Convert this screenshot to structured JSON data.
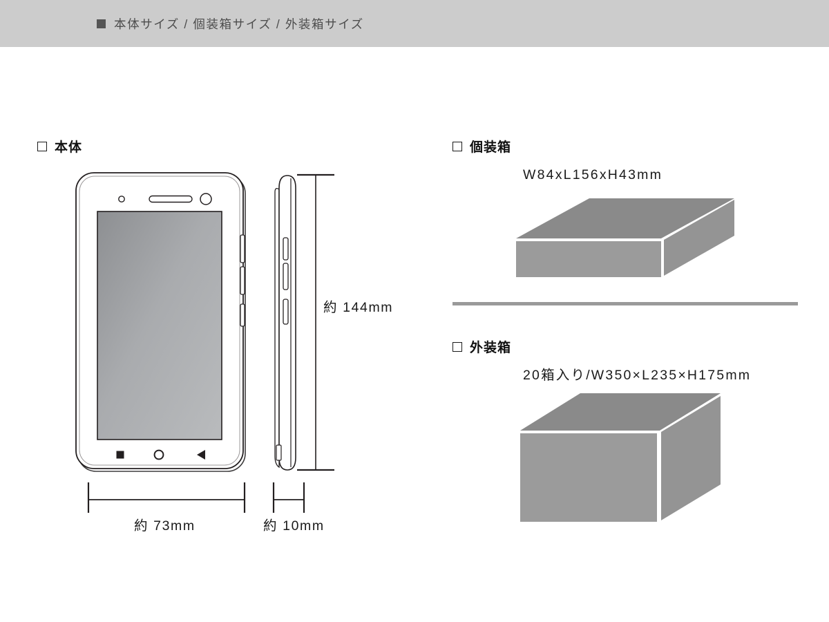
{
  "header": {
    "bullet_icon": "filled-square-icon",
    "title": "本体サイズ / 個装箱サイズ / 外装箱サイズ"
  },
  "sections": {
    "body": {
      "marker_icon": "outline-square-icon",
      "label": "本体",
      "measurements": {
        "height": "約 144mm",
        "width": "約 73mm",
        "thickness": "約 10mm"
      },
      "front_view": {
        "sensor_icon": "proximity-sensor-icon",
        "earpiece_icon": "earpiece-speaker-icon",
        "camera_icon": "front-camera-icon",
        "nav_recents_icon": "square-recents-icon",
        "nav_home_icon": "circle-home-icon",
        "nav_back_icon": "triangle-back-icon"
      },
      "side_view": {
        "volume_up_icon": "volume-up-button-icon",
        "volume_down_icon": "volume-down-button-icon",
        "power_icon": "power-button-icon",
        "port_icon": "charging-port-icon"
      }
    },
    "inner_box": {
      "marker_icon": "outline-square-icon",
      "label": "個装箱",
      "dimensions": "W84xL156xH43mm",
      "illustration_icon": "flat-box-3d-icon"
    },
    "outer_box": {
      "marker_icon": "outline-square-icon",
      "label": "外装箱",
      "dimensions": "20箱入り/W350×L235×H175mm",
      "illustration_icon": "carton-box-3d-icon"
    }
  },
  "colors": {
    "header_band": "#cccccc",
    "header_text": "#4d4d4d",
    "divider": "#9a9a9a",
    "box_top_face": "#8a8a8a",
    "box_front_face": "#9a9a9a",
    "box_side_face": "#949494",
    "line": "#231f20",
    "screen_gradient_from": "#8f9194",
    "screen_gradient_to": "#bfc1c3"
  }
}
